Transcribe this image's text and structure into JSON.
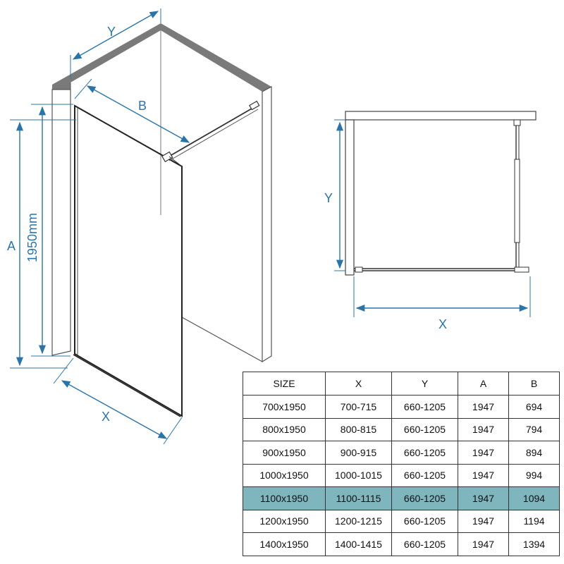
{
  "labels": {
    "left_y": "Y",
    "left_b": "B",
    "left_a": "A",
    "left_height": "1950mm",
    "left_x": "X",
    "right_y": "Y",
    "right_x": "X"
  },
  "colors": {
    "dimension": "#2a74a8",
    "wall_top": "#7a7a7a",
    "highlight_row": "#7fb5bd"
  },
  "table": {
    "headers": [
      "SIZE",
      "X",
      "Y",
      "A",
      "B"
    ],
    "highlight_row": 4,
    "rows": [
      [
        "700x1950",
        "700-715",
        "660-1205",
        "1947",
        "694"
      ],
      [
        "800x1950",
        "800-815",
        "660-1205",
        "1947",
        "794"
      ],
      [
        "900x1950",
        "900-915",
        "660-1205",
        "1947",
        "894"
      ],
      [
        "1000x1950",
        "1000-1015",
        "660-1205",
        "1947",
        "994"
      ],
      [
        "1100x1950",
        "1100-1115",
        "660-1205",
        "1947",
        "1094"
      ],
      [
        "1200x1950",
        "1200-1215",
        "660-1205",
        "1947",
        "1194"
      ],
      [
        "1400x1950",
        "1400-1415",
        "660-1205",
        "1947",
        "1394"
      ]
    ]
  }
}
